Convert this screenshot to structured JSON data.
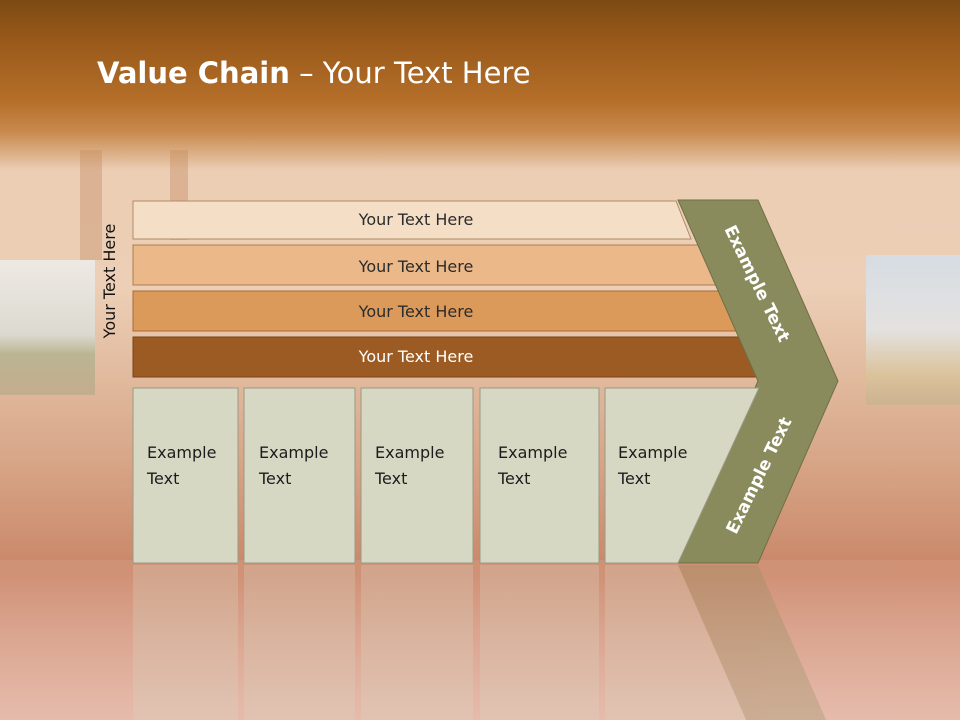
{
  "title": {
    "bold": "Value Chain",
    "rest": " – Your Text Here"
  },
  "side_label": "Your Text Here",
  "bars": [
    {
      "label": "Your Text Here",
      "color": "#f4dfc6"
    },
    {
      "label": "Your Text Here",
      "color": "#ebb88a"
    },
    {
      "label": "Your Text Here",
      "color": "#dc9a5a"
    },
    {
      "label": "Your Text Here",
      "color": "#9b5b22"
    }
  ],
  "boxes": [
    {
      "line1": "Example",
      "line2": "Text"
    },
    {
      "line1": "Example",
      "line2": "Text"
    },
    {
      "line1": "Example",
      "line2": "Text"
    },
    {
      "line1": "Example",
      "line2": "Text"
    },
    {
      "line1": "Example",
      "line2": "Text"
    }
  ],
  "chevron": {
    "upper_label": "Example Text",
    "lower_label": "Example Text",
    "color": "#8a8b5c"
  },
  "colors": {
    "header": "#9a5a1a",
    "box_fill": "#d7d8c4"
  }
}
